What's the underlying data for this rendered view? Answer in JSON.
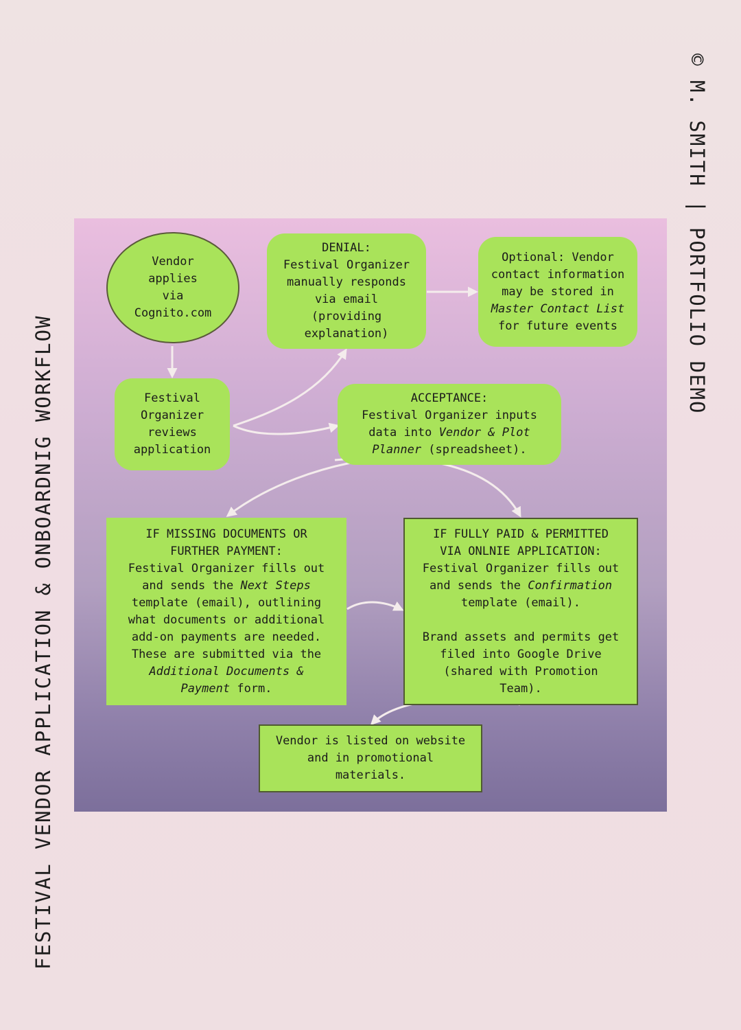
{
  "page": {
    "side_title": "FESTIVAL VENDOR APPLICATION & ONBOARDNIG WORKFLOW",
    "credit": "© M. SMITH | PORTFOLIO DEMO"
  },
  "colors": {
    "node_fill": "#a9e35a",
    "arrow": "#f4ecec",
    "panel_top": "#eabedf",
    "panel_bottom": "#7c6f9b"
  },
  "nodes": {
    "apply": {
      "lines": [
        "Vendor",
        "applies",
        "via",
        "Cognito.com"
      ]
    },
    "review": {
      "lines": [
        "Festival",
        "Organizer",
        "reviews",
        "application"
      ]
    },
    "denial": {
      "lines": [
        "DENIAL:",
        "Festival Organizer",
        "manually responds",
        "via email",
        "(providing",
        "explanation)"
      ]
    },
    "optional": {
      "line1": "Optional: Vendor",
      "line2": "contact information",
      "line3": "may be stored in",
      "line4": "Master Contact List",
      "line5": "for future events"
    },
    "acceptance": {
      "line1": "ACCEPTANCE:",
      "line2": "Festival Organizer inputs",
      "line3_a": "data into ",
      "line3_b": "Vendor & Plot",
      "line4_a": "Planner",
      "line4_b": " (spreadsheet)."
    },
    "missing": {
      "line1": "IF MISSING DOCUMENTS OR",
      "line2": "FURTHER PAYMENT:",
      "line3": "Festival Organizer fills out",
      "line4_a": "and sends the ",
      "line4_b": "Next Steps",
      "line5": "template (email), outlining",
      "line6": "what documents or additional",
      "line7": "add-on payments are needed.",
      "line8": "These are submitted via the",
      "line9": "Additional Documents &",
      "line10_a": "Payment",
      "line10_b": " form."
    },
    "paid": {
      "line1": "IF FULLY PAID & PERMITTED",
      "line2": "VIA ONLNIE APPLICATION:",
      "line3": "Festival Organizer fills out",
      "line4_a": "and sends the ",
      "line4_b": "Confirmation",
      "line5": "template (email).",
      "line6": "Brand assets and permits get",
      "line7": "filed into Google Drive",
      "line8": "(shared with Promotion",
      "line9": "Team)."
    },
    "listed": {
      "line1": "Vendor is listed on website",
      "line2": "and in promotional",
      "line3": "materials."
    }
  }
}
